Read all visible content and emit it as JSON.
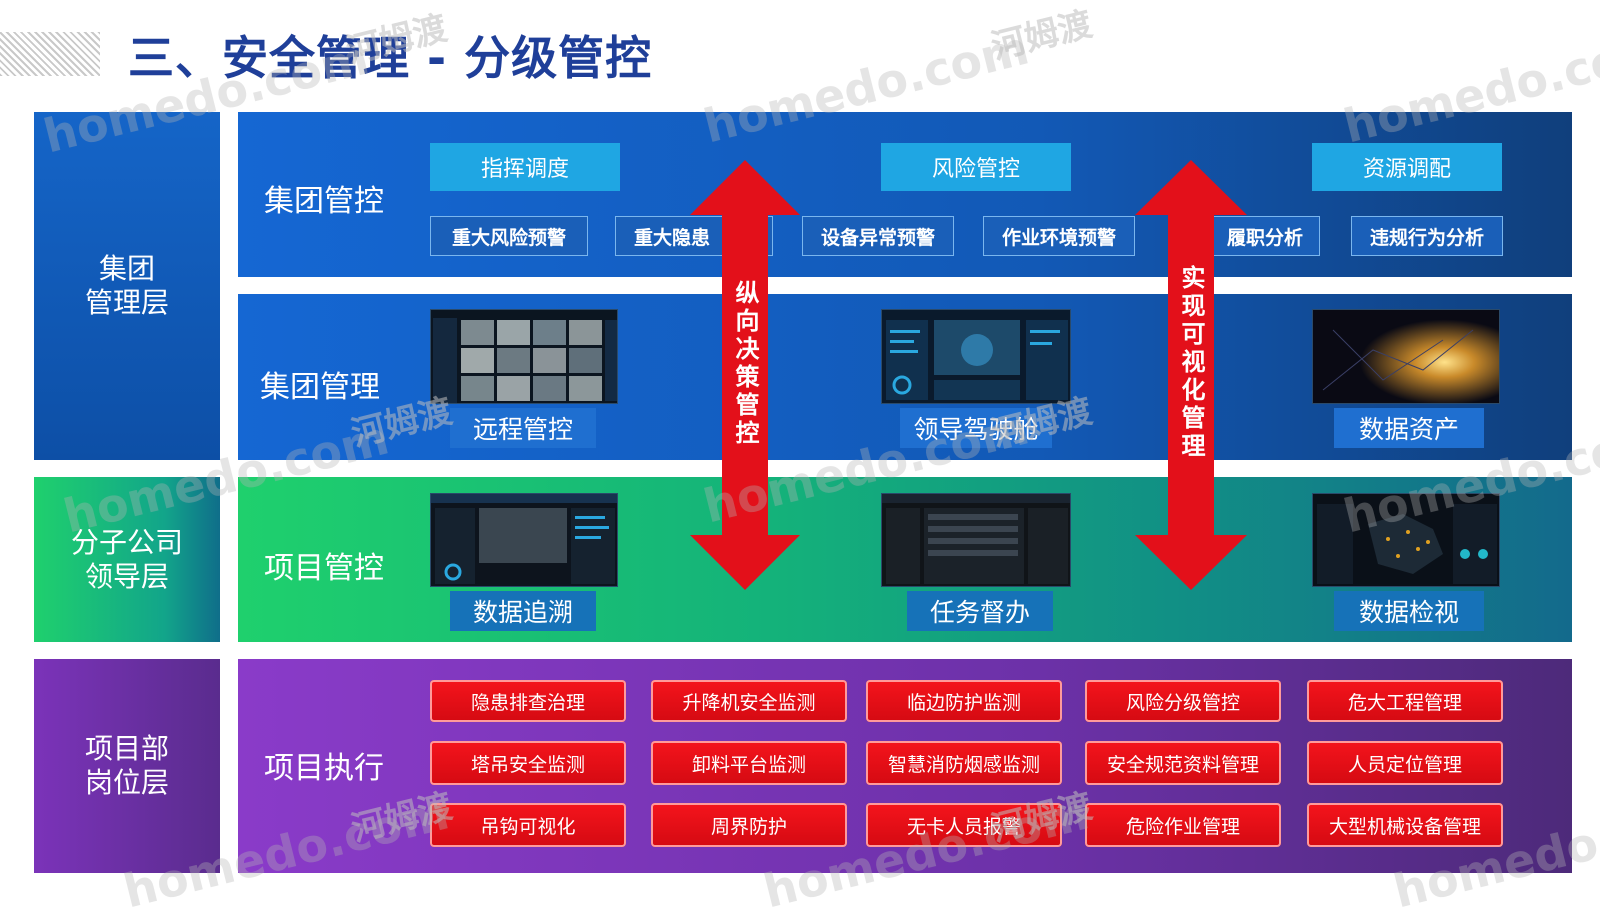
{
  "title": "三、安全管理 - 分级管控",
  "tiers": {
    "group": "集团\n管理层",
    "subsidiary": "分子公司\n领导层",
    "project_dept": "项目部\n岗位层"
  },
  "row1": {
    "label": "集团管控",
    "top_buttons": [
      "指挥调度",
      "风险管控",
      "资源调配"
    ],
    "sub_buttons": [
      "重大风险预警",
      "重大隐患",
      "设备异常预警",
      "作业环境预警",
      "履职分析",
      "违规行为分析"
    ]
  },
  "row2": {
    "label": "集团管理",
    "panels": [
      "远程管控",
      "领导驾驶舱",
      "数据资产"
    ]
  },
  "row3": {
    "label": "项目管控",
    "panels": [
      "数据追溯",
      "任务督办",
      "数据检视"
    ]
  },
  "row4": {
    "label": "项目执行",
    "buttons": [
      [
        "隐患排查治理",
        "升降机安全监测",
        "临边防护监测",
        "风险分级管控",
        "危大工程管理"
      ],
      [
        "塔吊安全监测",
        "卸料平台监测",
        "智慧消防烟感监测",
        "安全规范资料管理",
        "人员定位管理"
      ],
      [
        "吊钩可视化",
        "周界防护",
        "无卡人员报警",
        "危险作业管理",
        "大型机械设备管理"
      ]
    ]
  },
  "arrows": {
    "left": "纵向决策管控",
    "right": "实现可视化管理"
  },
  "watermarks": [
    "homedo.com",
    "河姆渡"
  ],
  "colors": {
    "title": "#1f3f99",
    "blue_band": "#1567d3",
    "green_band": "#1fd06d",
    "purple_band": "#8a3bc9",
    "arrow_red": "#e3101a"
  }
}
